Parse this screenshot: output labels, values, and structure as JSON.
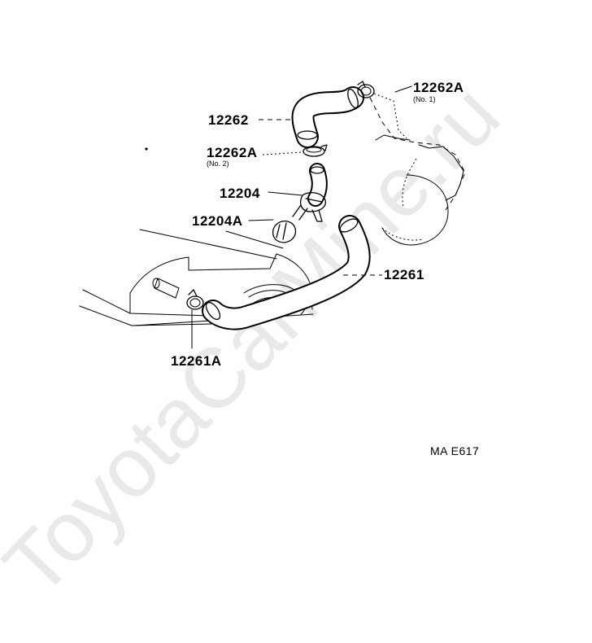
{
  "parts": {
    "p12262A_no1": {
      "number": "12262A",
      "sub": "(No. 1)"
    },
    "p12262": {
      "number": "12262"
    },
    "p12262A_no2": {
      "number": "12262A",
      "sub": "(No. 2)"
    },
    "p12204": {
      "number": "12204"
    },
    "p12204A": {
      "number": "12204A"
    },
    "p12261": {
      "number": "12261"
    },
    "p12261A": {
      "number": "12261A"
    }
  },
  "diagram_code": "MA E617",
  "watermark": "ToyotaCarMine.ru"
}
